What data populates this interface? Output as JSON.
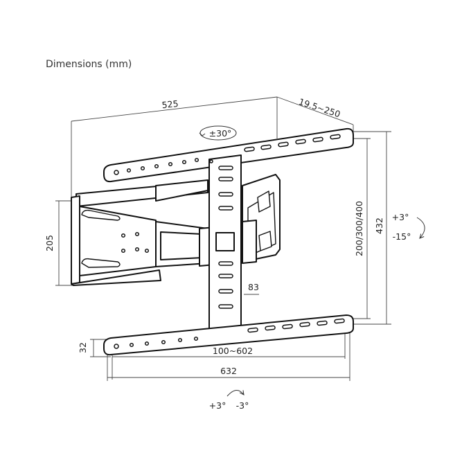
{
  "title": "Dimensions (mm)",
  "dimensions": {
    "top_width": "525",
    "depth": "19.5~250",
    "swivel": "±30°",
    "bracket_height": "205",
    "vesa_vertical": "200/300/400",
    "overall_height": "432",
    "tilt_up": "+3°",
    "tilt_down": "-15°",
    "center_plate": "83",
    "rail_height": "32",
    "vesa_horizontal": "100~602",
    "overall_width": "632",
    "rotate_left": "+3°",
    "rotate_right": "-3°"
  }
}
